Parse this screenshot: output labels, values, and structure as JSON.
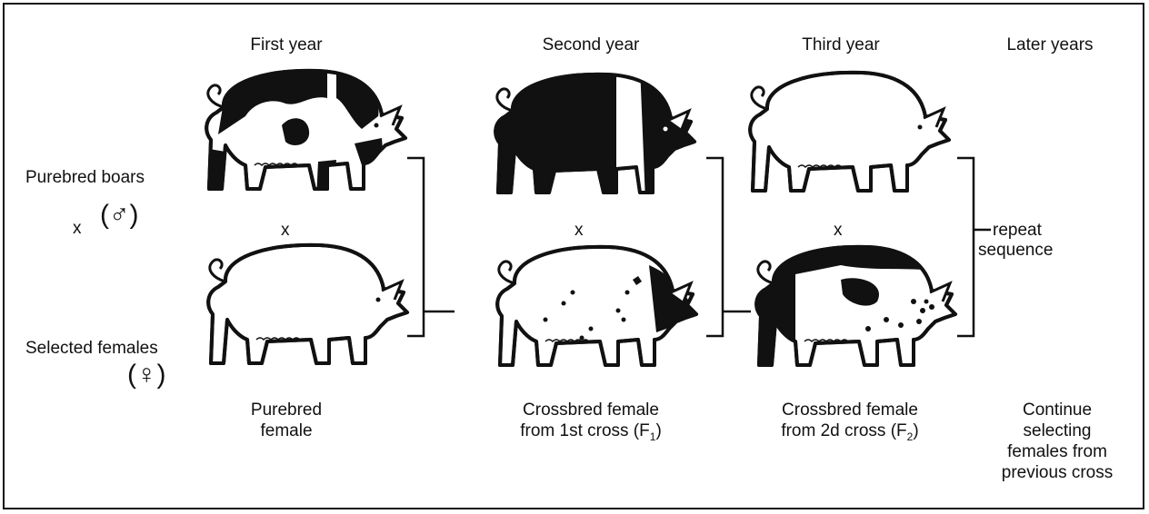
{
  "headers": {
    "first": "First year",
    "second": "Second year",
    "third": "Third year",
    "later": "Later years"
  },
  "row_labels": {
    "boars": "Purebred boars",
    "boar_symbol": "(♂)",
    "boar_cross": "x",
    "females": "Selected females",
    "female_symbol": "(♀)"
  },
  "cross_marks": [
    "x",
    "x",
    "x"
  ],
  "captions": {
    "purebred_female": [
      "Purebred",
      "female"
    ],
    "f1_female": [
      "Crossbred female",
      "from 1st cross (F",
      "1",
      ")"
    ],
    "f2_female": [
      "Crossbred female",
      "from 2d cross (F",
      "2",
      ")"
    ],
    "continue": [
      "Continue",
      "selecting",
      "females from",
      "previous cross"
    ]
  },
  "repeat_label": [
    "repeat",
    "sequence"
  ],
  "pigs": [
    {
      "name": "boar-spotted-icon",
      "pattern": "spotted"
    },
    {
      "name": "boar-belted-icon",
      "pattern": "belted"
    },
    {
      "name": "boar-white-icon",
      "pattern": "white"
    },
    {
      "name": "female-white-icon",
      "pattern": "white"
    },
    {
      "name": "female-f1-speckled-icon",
      "pattern": "speckled"
    },
    {
      "name": "female-f2-mixed-icon",
      "pattern": "mixed"
    }
  ],
  "colors": {
    "ink": "#111111",
    "paper": "#ffffff"
  }
}
